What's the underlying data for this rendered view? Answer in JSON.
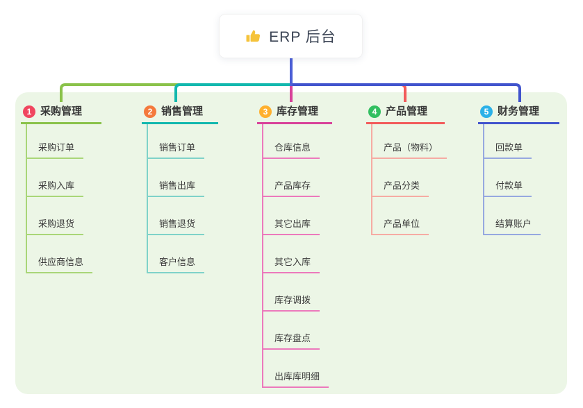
{
  "root": {
    "label": "ERP 后台",
    "icon": "thumbs-up-icon",
    "icon_color": "#f5c33b"
  },
  "branches": [
    {
      "badge": "1",
      "label": "采购管理",
      "badge_color": "#f0465f",
      "line_color": "#8ac24a",
      "light_color": "#a9d678",
      "children": [
        "采购订单",
        "采购入库",
        "采购退货",
        "供应商信息"
      ]
    },
    {
      "badge": "2",
      "label": "销售管理",
      "badge_color": "#f4793c",
      "line_color": "#12b8ae",
      "light_color": "#7fd2c9",
      "children": [
        "销售订单",
        "销售出库",
        "销售退货",
        "客户信息"
      ]
    },
    {
      "badge": "3",
      "label": "库存管理",
      "badge_color": "#ffb02e",
      "line_color": "#d8439a",
      "light_color": "#ec79bc",
      "children": [
        "仓库信息",
        "产品库存",
        "其它出库",
        "其它入库",
        "库存调拨",
        "库存盘点",
        "出库库明细"
      ]
    },
    {
      "badge": "4",
      "label": "产品管理",
      "badge_color": "#32bf61",
      "line_color": "#f25b5b",
      "light_color": "#f6aba3",
      "children": [
        "产品（物料）",
        "产品分类",
        "产品单位"
      ]
    },
    {
      "badge": "5",
      "label": "财务管理",
      "badge_color": "#2bb1e8",
      "line_color": "#4154cd",
      "light_color": "#96a8e0",
      "children": [
        "回款单",
        "付款单",
        "结算账户"
      ]
    }
  ],
  "colors": {
    "background": "#ffffff",
    "panel": "#ecf6e6",
    "root_connector": "#4c5fd6",
    "branch_title_text": "#383838",
    "child_text": "#3a3a3a"
  }
}
